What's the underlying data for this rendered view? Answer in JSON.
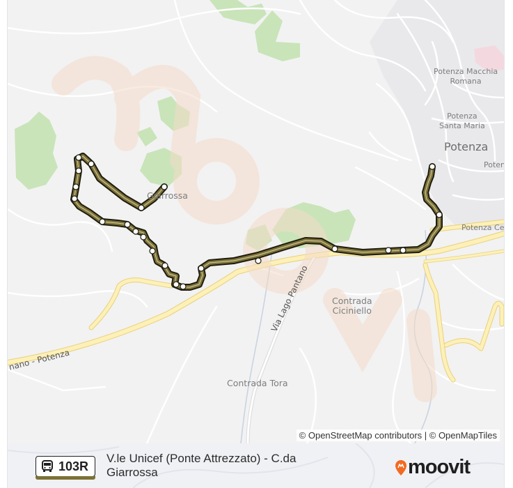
{
  "map": {
    "place_labels": [
      {
        "id": "potenza-macchia-romana",
        "text": "Potenza Macchia\nRomana"
      },
      {
        "id": "potenza-santa-maria",
        "text": "Potenza\nSanta Maria"
      },
      {
        "id": "potenza",
        "text": "Potenza"
      },
      {
        "id": "poten-truncated",
        "text": "Poten"
      },
      {
        "id": "giarrossa",
        "text": "Giarrossa"
      },
      {
        "id": "potenza-cen-truncated",
        "text": "Potenza Cen"
      },
      {
        "id": "contrada-ciciniello",
        "text": "Contrada\nCiciniello"
      },
      {
        "id": "contrada-tora",
        "text": "Contrada Tora"
      }
    ],
    "road_labels": [
      {
        "id": "via-lago-pantano",
        "text": "Via Lago Pantano"
      },
      {
        "id": "nano-potenza",
        "text": "nano - Potenza"
      }
    ],
    "watermark": "moovit",
    "attribution": "© OpenStreetMap contributors | © OpenMapTiles",
    "colors": {
      "route_line": "#7d7236",
      "route_outline": "#1e1c10",
      "stop_fill": "#ffffff",
      "green_area": "#c9e4b9",
      "main_road": "#fdf0b8",
      "road_outline": "#f0d884",
      "street": "#ffffff"
    }
  },
  "footer": {
    "route_icon": "bus-icon",
    "route_number": "103R",
    "route_name": "V.le Unicef (Ponte Attrezzato) - C.da Giarrossa",
    "brand_name": "moovit",
    "brand_icon": "moovit-pin-icon",
    "brand_color": "#f26a21"
  }
}
